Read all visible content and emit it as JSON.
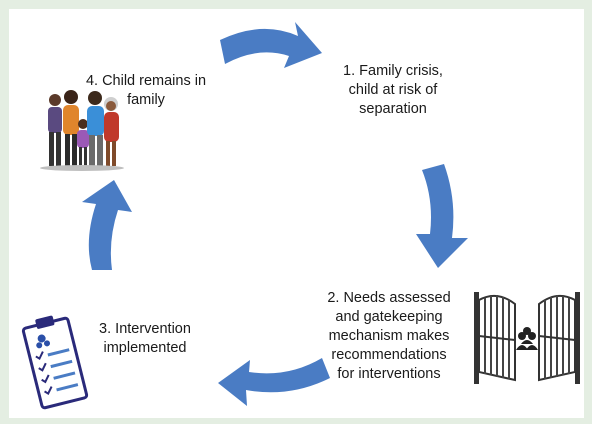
{
  "diagram": {
    "arrow_color": "#4a7cc4",
    "steps": [
      {
        "id": 1,
        "lines": [
          "1. Family crisis,",
          "child at risk of",
          "separation"
        ]
      },
      {
        "id": 2,
        "lines": [
          "2. Needs assessed",
          "and gatekeeping",
          "mechanism makes",
          "recommendations",
          "for interventions"
        ],
        "icon": "gate-icon"
      },
      {
        "id": 3,
        "lines": [
          "3. Intervention",
          "implemented"
        ],
        "icon": "clipboard-checklist-icon"
      },
      {
        "id": 4,
        "lines": [
          "4. Child remains in",
          "family"
        ],
        "icon": "family-group-icon"
      }
    ]
  }
}
